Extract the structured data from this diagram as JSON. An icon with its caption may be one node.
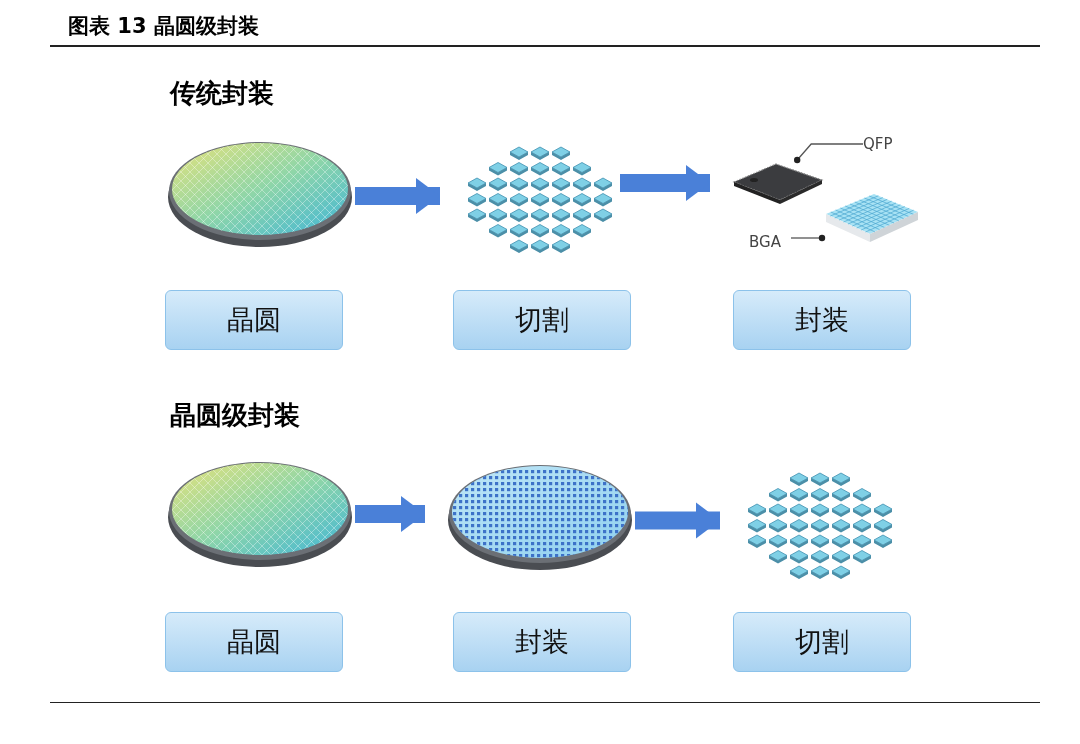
{
  "diagram": {
    "title": "图表 13 晶圆级封装",
    "nodes": [
      {
        "text": [],
        "shape": "picture"
      },
      {
        "text": [],
        "shape": "picture"
      },
      {
        "text": [
          "QFP"
        ]
      },
      {
        "text": [],
        "shape": "picture"
      },
      {
        "text": [],
        "shape": "picture"
      },
      {
        "text": [
          "BGA"
        ]
      },
      {
        "text": [
          "晶圆"
        ]
      },
      {
        "text": [
          "切割"
        ]
      },
      {
        "text": [
          "封装"
        ]
      },
      {
        "text": [],
        "shape": "picture"
      },
      {
        "text": [],
        "shape": "picture"
      },
      {
        "text": [],
        "shape": "picture"
      },
      {
        "text": [
          "晶圆"
        ]
      },
      {
        "text": [
          "封装"
        ]
      },
      {
        "text": [
          "切割"
        ]
      }
    ],
    "edges": [
      {
        "from": 0,
        "to": 1,
        "arrow": "to"
      },
      {
        "from": 1,
        "to": 3,
        "arrow": "to"
      },
      {
        "from": 2,
        "to": 3,
        "arrow": "other",
        "color": "#555555"
      },
      {
        "from": 5,
        "to": 4,
        "arrow": "other",
        "color": "#555555"
      },
      {
        "from": 9,
        "to": 10,
        "arrow": "to"
      },
      {
        "from": 10,
        "to": 11,
        "arrow": "to"
      }
    ],
    "labels": [
      "传统封装",
      "晶圆级封装"
    ]
  }
}
